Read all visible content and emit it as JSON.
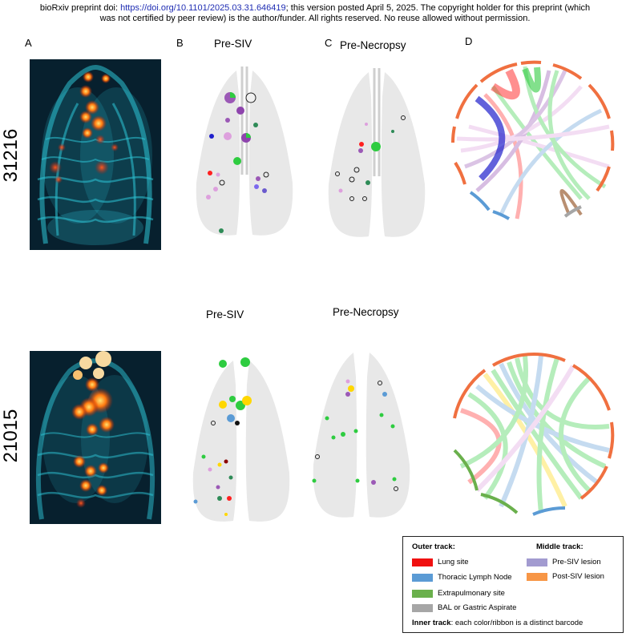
{
  "preprint": {
    "line1_prefix": "bioRxiv preprint doi: ",
    "doi_url": "https://doi.org/10.1101/2025.03.31.646419",
    "line1_suffix": "; this version posted April 5, 2025. The copyright holder for this preprint (which",
    "line2": "was not certified by peer review) is the author/funder. All rights reserved. No reuse allowed without permission."
  },
  "panels": {
    "a": "A",
    "b": "B",
    "c": "C",
    "d": "D"
  },
  "titles": {
    "pre_siv_top": "Pre-SIV",
    "pre_necropsy_top": "Pre-Necropsy",
    "pre_siv_bottom": "Pre-SIV",
    "pre_necropsy_bottom": "Pre-Necropsy"
  },
  "subjects": {
    "top": "31216",
    "bottom": "21015"
  },
  "legend": {
    "outer_track_header": "Outer track",
    "middle_track_header": "Middle track",
    "colon": ":",
    "outer_items": [
      {
        "label": "Lung site",
        "color": "#f01010"
      },
      {
        "label": "Thoracic Lymph Node",
        "color": "#5b9bd5"
      },
      {
        "label": "Extrapulmonary site",
        "color": "#6ab04c"
      },
      {
        "label": "BAL or Gastric Aspirate",
        "color": "#a6a6a6"
      }
    ],
    "middle_items": [
      {
        "label": "Pre-SIV lesion",
        "color": "#a29bd0"
      },
      {
        "label": "Post-SIV lesion",
        "color": "#f79646"
      }
    ],
    "inner_track_bold": "Inner track",
    "inner_track_text": ": each color/ribbon is a distinct barcode"
  },
  "colors": {
    "pet_bg": "#0a2a3a",
    "pet_cyan": "#2ec4d6",
    "hot": "#ff6a00",
    "lung_fill": "#e6e6e6"
  }
}
